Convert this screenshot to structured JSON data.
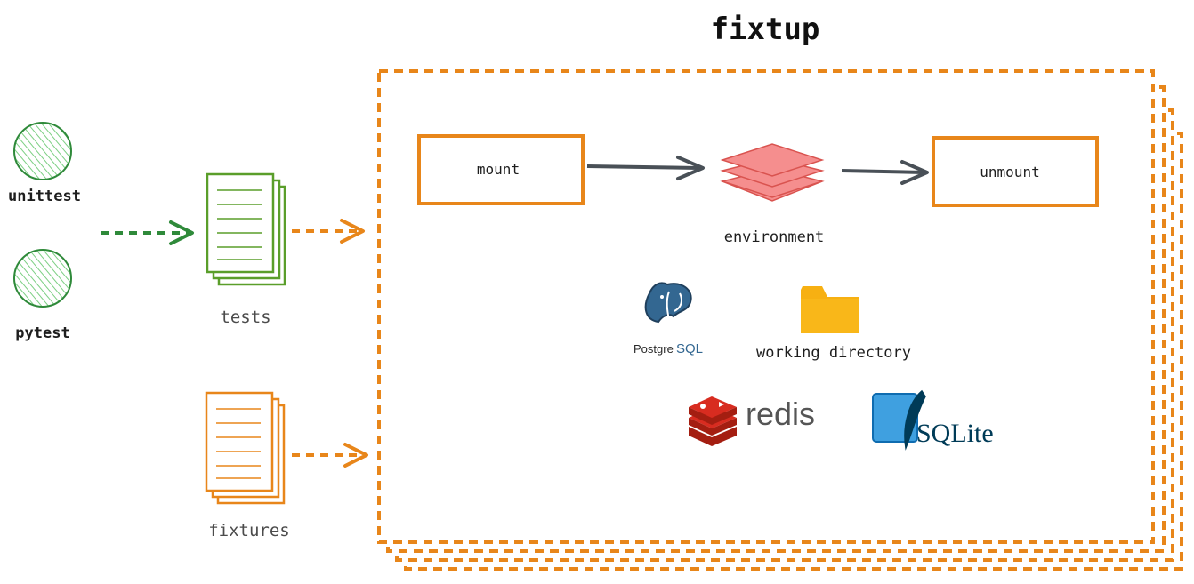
{
  "title": "fixtup",
  "frameworks": [
    {
      "label": "unittest"
    },
    {
      "label": "pytest"
    }
  ],
  "inputs": {
    "tests_label": "tests",
    "fixtures_label": "fixtures"
  },
  "lifecycle": {
    "mount_label": "mount",
    "environment_label": "environment",
    "unmount_label": "unmount"
  },
  "resources": {
    "postgres_label_a": "Postgre",
    "postgres_label_b": "SQL",
    "working_directory_label": "working directory",
    "redis_label": "redis",
    "sqlite_label": "SQLite"
  },
  "colors": {
    "orange": "#e8861a",
    "green": "#2f8a3a",
    "green_fill": "#bfe8c2",
    "arrow_gray": "#495057",
    "red": "#f08a8a",
    "folder": "#f7b012",
    "redis_red": "#c6302b",
    "postgres_blue": "#336791",
    "sqlite_blue": "#0f80cc"
  }
}
